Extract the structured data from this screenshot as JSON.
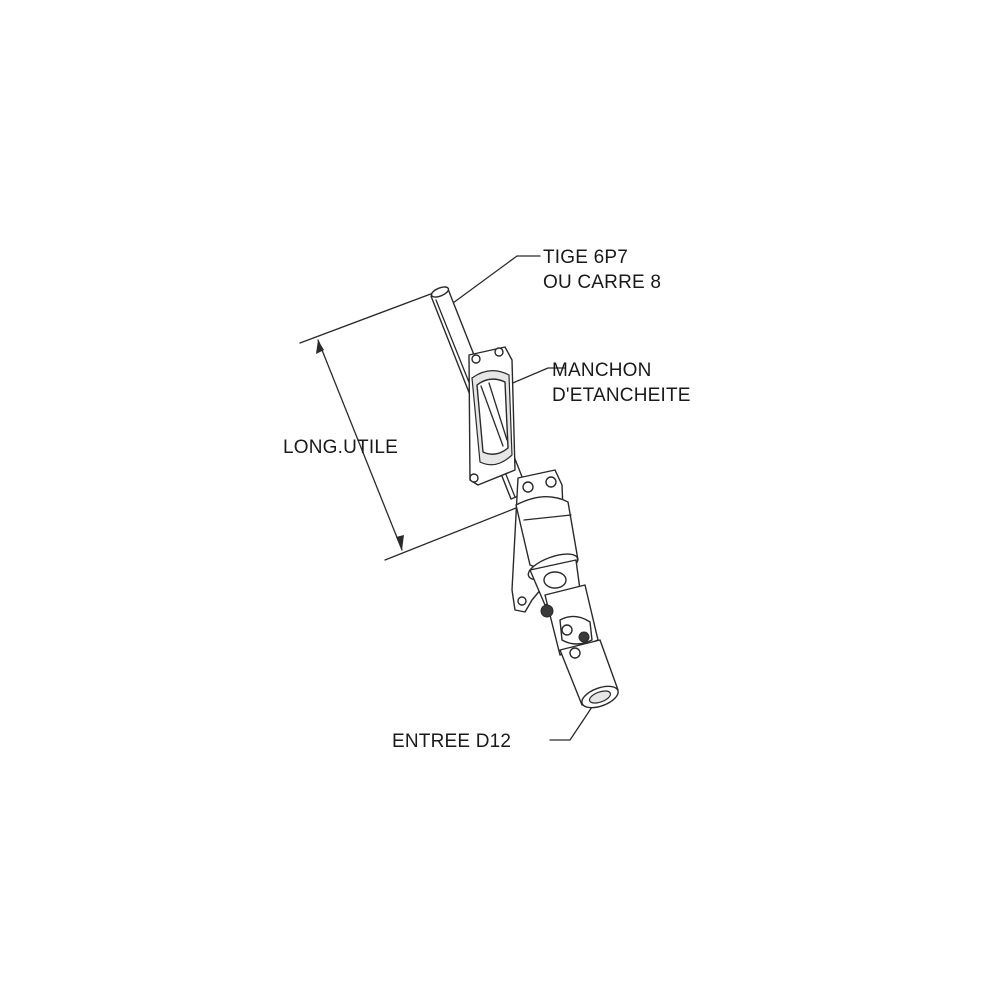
{
  "labels": {
    "tige_line1": "TIGE 6P7",
    "tige_line2": "OU CARRE 8",
    "manchon_line1": "MANCHON",
    "manchon_line2": "D'ETANCHEITE",
    "long_utile": "LONG.UTILE",
    "entree": "ENTREE D12"
  }
}
